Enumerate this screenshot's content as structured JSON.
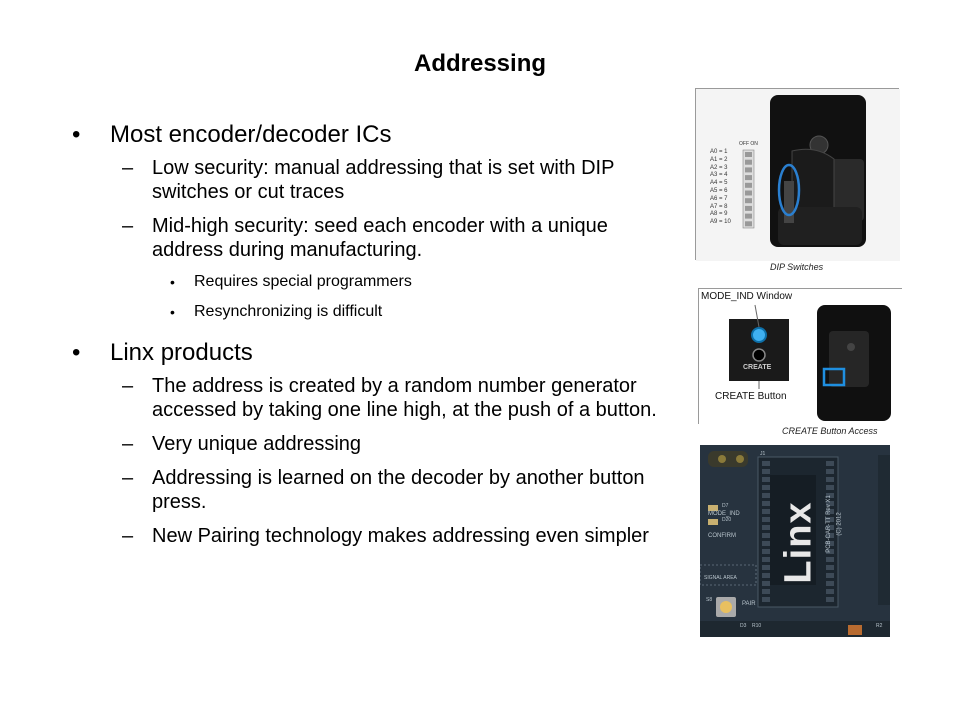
{
  "slide": {
    "title": "Addressing",
    "bullets": [
      {
        "text": "Most encoder/decoder ICs",
        "children": [
          {
            "text": "Low security: manual addressing that is set with DIP switches or cut traces"
          },
          {
            "text": "Mid-high security: seed each encoder with a unique address during manufacturing.",
            "children": [
              {
                "text": "Requires special programmers"
              },
              {
                "text": "Resynchronizing  is difficult"
              }
            ]
          }
        ]
      },
      {
        "text": "Linx products",
        "children": [
          {
            "text": "The address is created by a random number generator accessed by taking one line high, at the push of a button."
          },
          {
            "text": "Very unique addressing"
          },
          {
            "text": "Addressing is learned on the decoder by another button press."
          },
          {
            "text": "New Pairing technology makes addressing even simpler"
          }
        ]
      }
    ]
  },
  "figures": {
    "dip": {
      "caption": "DIP Switches",
      "header": "OFF ON",
      "labels": [
        "A0 = 1",
        "A1 = 2",
        "A2 = 3",
        "A3 = 4",
        "A4 = 5",
        "A5 = 6",
        "A6 = 7",
        "A7 = 8",
        "A8 = 9",
        "A9 = 10"
      ]
    },
    "create": {
      "caption": "CREATE Button Access",
      "window_label": "MODE_IND Window",
      "button_label": "CREATE Button",
      "panel_text": "CREATE"
    },
    "board": {
      "logo": "Linx",
      "part": "PCB-CAR-TT Rev X1",
      "year": "(C) 2012",
      "labels": [
        "MODE_IND",
        "CONFIRM",
        "SIGNAL AREA",
        "PAIR",
        "D7",
        "D20",
        "S8",
        "D3",
        "R10",
        "R2",
        "J1"
      ]
    }
  }
}
